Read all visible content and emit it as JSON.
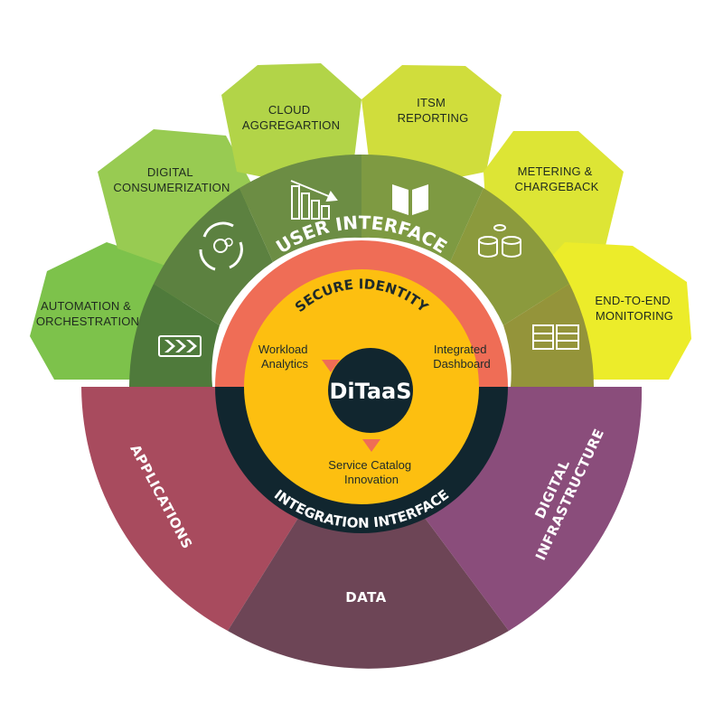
{
  "petals": [
    {
      "id": "automation",
      "lines": [
        "AUTOMATION &",
        "ORCHESTRATION"
      ],
      "color": "#7dc24b",
      "icon": "arrows-forward-icon"
    },
    {
      "id": "consumerization",
      "lines": [
        "DIGITAL",
        "CONSUMERIZATION"
      ],
      "color": "#98cb52",
      "icon": "cycle-arrows-icon"
    },
    {
      "id": "cloud",
      "lines": [
        "CLOUD",
        "AGGREGARTION"
      ],
      "color": "#b2d448",
      "icon": "bar-chart-icon"
    },
    {
      "id": "itsm",
      "lines": [
        "ITSM",
        "REPORTING"
      ],
      "color": "#d0dd3c",
      "icon": "book-icon"
    },
    {
      "id": "metering",
      "lines": [
        "METERING &",
        "CHARGEBACK"
      ],
      "color": "#dde535",
      "icon": "coins-icon"
    },
    {
      "id": "monitoring",
      "lines": [
        "END-TO-END",
        "MONITORING"
      ],
      "color": "#ecec2a",
      "icon": "server-racks-icon"
    }
  ],
  "rings": {
    "user_interface": "USER INTERFACE",
    "secure_identity": "SECURE IDENTITY",
    "integration_interface": "INTEGRATION INTERFACE"
  },
  "inner_labels": {
    "workload": [
      "Workload",
      "Analytics"
    ],
    "dashboard": [
      "Integrated",
      "Dashboard"
    ],
    "catalog": [
      "Service Catalog",
      "Innovation"
    ]
  },
  "center": {
    "title": "DiTaaS"
  },
  "bottom_segments": [
    {
      "id": "applications",
      "label": "APPLICATIONS",
      "color": "#a84b5e"
    },
    {
      "id": "data",
      "label": "DATA",
      "color": "#6d4556"
    },
    {
      "id": "digital_infrastructure",
      "lines": [
        "DIGITAL",
        "INFRASTRUCTURE"
      ],
      "color": "#8a4d7b"
    }
  ],
  "colors": {
    "ui_ring": "#ef6d56",
    "integration_ring": "#11262f",
    "core": "#fdbf10",
    "center": "#11262f"
  }
}
